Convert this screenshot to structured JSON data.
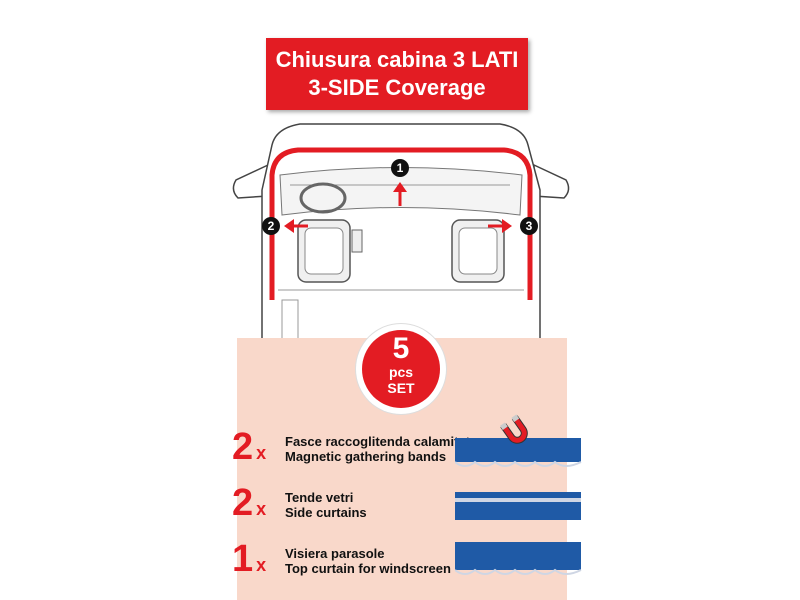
{
  "banner": {
    "line1": "Chiusura cabina 3 LATI",
    "line2": "3-SIDE Coverage"
  },
  "markers": [
    "1",
    "2",
    "3"
  ],
  "badge": {
    "number": "5",
    "unit": "pcs",
    "label": "SET"
  },
  "items": [
    {
      "qty": "2",
      "x": "x",
      "it": "Fasce raccoglitenda calamitate",
      "en": "Magnetic gathering bands",
      "icon": "magnet-icon"
    },
    {
      "qty": "2",
      "x": "x",
      "it": "Tende vetri",
      "en": "Side curtains",
      "icon": "curtain-icon"
    },
    {
      "qty": "1",
      "x": "x",
      "it": "Visiera parasole",
      "en": "Top curtain for windscreen",
      "icon": "curtain-icon"
    }
  ],
  "colors": {
    "accent": "#e31c23",
    "panel": "#f9d8ca",
    "curtain": "#1f5aa6"
  }
}
